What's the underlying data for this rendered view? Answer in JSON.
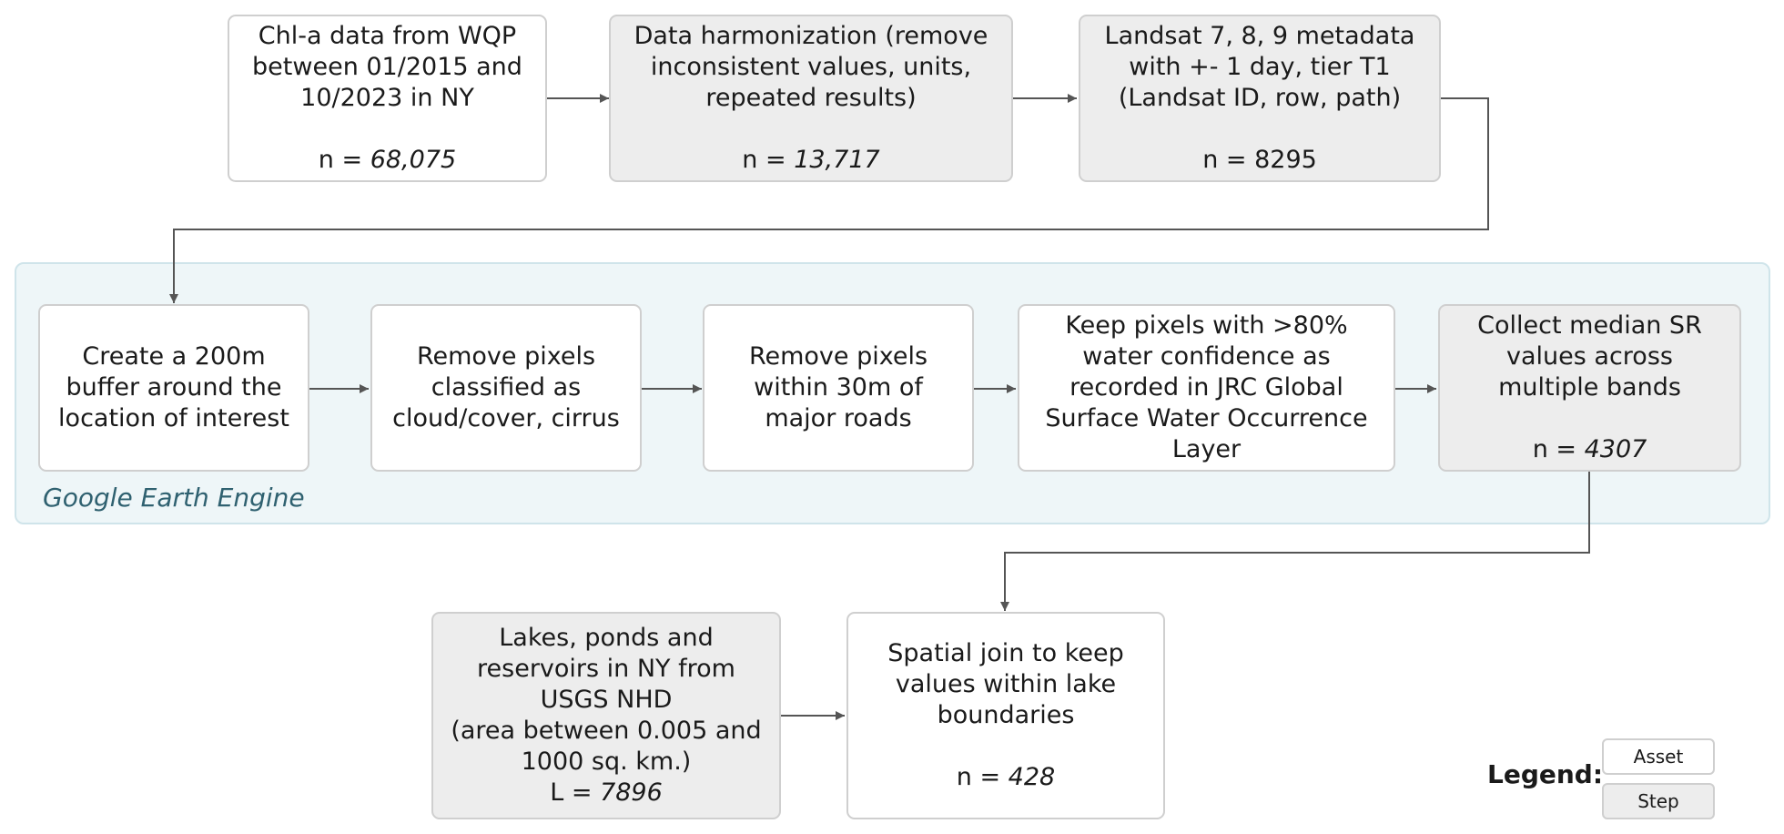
{
  "panel": {
    "label": "Google Earth Engine"
  },
  "nodes": {
    "wqp": {
      "lines": [
        "Chl-a data from WQP",
        "between 01/2015 and",
        "10/2023 in NY"
      ],
      "n_prefix": "n = ",
      "n_value": "68,075"
    },
    "harm": {
      "lines": [
        "Data harmonization (remove",
        "inconsistent values, units,",
        "repeated results)"
      ],
      "n_prefix": "n = ",
      "n_value": "13,717"
    },
    "landsat": {
      "lines": [
        "Landsat 7, 8, 9 metadata",
        "with +- 1 day, tier T1",
        "(Landsat ID, row, path)"
      ],
      "n_text": "n = 8295"
    },
    "buffer": {
      "lines": [
        "Create a 200m",
        "buffer around the",
        "location of interest"
      ]
    },
    "cloud": {
      "lines": [
        "Remove pixels",
        "classified as",
        "cloud/cover, cirrus"
      ]
    },
    "roads": {
      "lines": [
        "Remove pixels",
        "within 30m of",
        "major roads"
      ]
    },
    "water": {
      "lines": [
        "Keep pixels with >80%",
        "water confidence as",
        "recorded in JRC Global",
        "Surface Water Occurrence",
        "Layer"
      ]
    },
    "median": {
      "lines": [
        "Collect median SR",
        "values across",
        "multiple bands"
      ],
      "n_prefix": "n = ",
      "n_value": "4307"
    },
    "lakes": {
      "lines": [
        "Lakes, ponds and",
        "reservoirs in NY from",
        "USGS NHD",
        "(area between 0.005 and",
        "1000 sq. km.)"
      ],
      "n_prefix": "L = ",
      "n_value": "7896"
    },
    "join": {
      "lines": [
        "Spatial join to keep",
        "values within lake",
        "boundaries"
      ],
      "n_prefix": "n = ",
      "n_value": "428"
    }
  },
  "legend": {
    "title": "Legend:",
    "asset": "Asset",
    "step": "Step"
  }
}
